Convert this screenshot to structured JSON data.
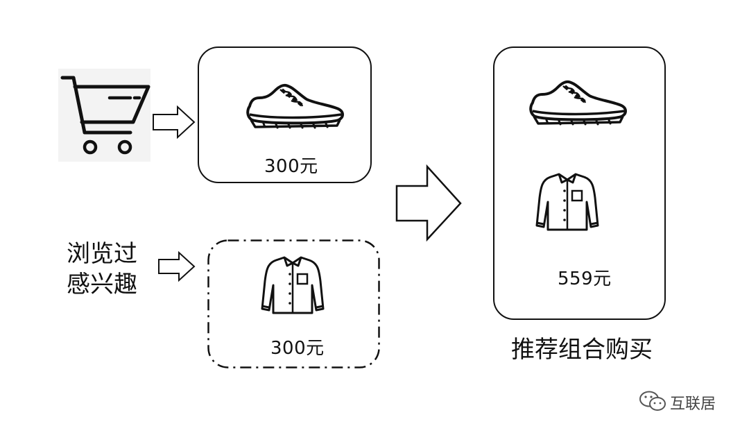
{
  "browsed_label_line1": "浏览过",
  "browsed_label_line2": "感兴趣",
  "cart_item": {
    "icon": "shoe-icon",
    "price": "300元"
  },
  "browsed_item": {
    "icon": "shirt-icon",
    "price": "300元"
  },
  "recommendation": {
    "icons": [
      "shoe-icon",
      "shirt-icon"
    ],
    "price": "559元",
    "caption": "推荐组合购买"
  },
  "watermark": "互联居",
  "colors": {
    "stroke": "#111111",
    "cart_background": "#f3f3f3"
  }
}
